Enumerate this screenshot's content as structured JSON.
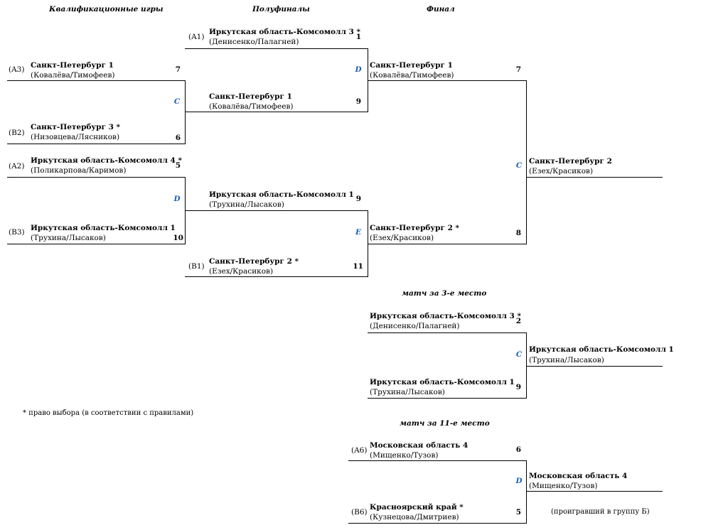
{
  "headers": {
    "qualification": "Квалификационные игры",
    "semifinals": "Полуфиналы",
    "final": "Финал",
    "third_place": "матч за 3-е место",
    "eleventh_place": "матч за 11-е место"
  },
  "qualification": {
    "match1": {
      "court": "C",
      "top": {
        "seed": "(A3)",
        "team": "Санкт-Петербург 1",
        "players": "(Ковалёва/Тимофеев)",
        "score": "7"
      },
      "bottom": {
        "seed": "(B2)",
        "team": "Санкт-Петербург 3 *",
        "players": "(Низовцева/Лясников)",
        "score": "6"
      }
    },
    "match2": {
      "court": "D",
      "top": {
        "seed": "(A2)",
        "team": "Иркутская область-Комсомолл 4 *",
        "players": "(Поликарпова/Каримов)",
        "score": "5"
      },
      "bottom": {
        "seed": "(B3)",
        "team": "Иркутская область-Комсомолл 1",
        "players": "(Трухина/Лысаков)",
        "score": "10"
      }
    }
  },
  "semifinals": {
    "match1": {
      "court": "D",
      "top": {
        "seed": "(A1)",
        "team": "Иркутская область-Комсомолл 3 *",
        "players": "(Денисенко/Палагней)",
        "score": "1"
      },
      "bottom": {
        "team": "Санкт-Петербург 1",
        "players": "(Ковалёва/Тимофеев)",
        "score": "9"
      }
    },
    "match2": {
      "court": "E",
      "top": {
        "team": "Иркутская область-Комсомолл 1",
        "players": "(Трухина/Лысаков)",
        "score": "9"
      },
      "bottom": {
        "seed": "(B1)",
        "team": "Санкт-Петербург 2 *",
        "players": "(Езех/Красиков)",
        "score": "11"
      }
    }
  },
  "final": {
    "court": "C",
    "top": {
      "team": "Санкт-Петербург 1",
      "players": "(Ковалёва/Тимофеев)",
      "score": "7"
    },
    "bottom": {
      "team": "Санкт-Петербург 2 *",
      "players": "(Езех/Красиков)",
      "score": "8"
    },
    "winner": {
      "team": "Санкт-Петербург 2",
      "players": "(Езех/Красиков)"
    }
  },
  "third_place": {
    "court": "C",
    "top": {
      "team": "Иркутская область-Комсомолл 3 *",
      "players": "(Денисенко/Палагней)",
      "score": "2"
    },
    "bottom": {
      "team": "Иркутская область-Комсомолл 1",
      "players": "(Трухина/Лысаков)",
      "score": "9"
    },
    "winner": {
      "team": "Иркутская область-Комсомолл 1",
      "players": "(Трухина/Лысаков)"
    }
  },
  "eleventh_place": {
    "court": "D",
    "top": {
      "seed": "(A6)",
      "team": "Московская область 4",
      "players": "(Мищенко/Тузов)",
      "score": "6"
    },
    "bottom": {
      "seed": "(B6)",
      "team": "Красноярский край *",
      "players": "(Кузнецова/Дмитриев)",
      "score": "5"
    },
    "winner": {
      "team": "Московская область 4",
      "players": "(Мищенко/Тузов)"
    },
    "loser_note": "(проигравший в группу Б)"
  },
  "footnote": "*  право выбора (в соответствии с правилами)"
}
